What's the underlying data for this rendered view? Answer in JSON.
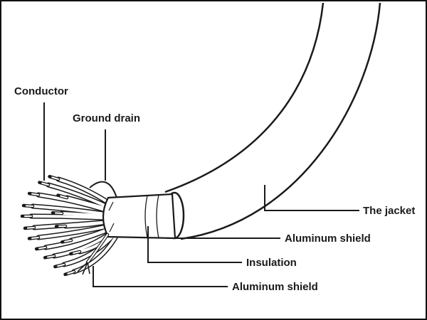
{
  "diagram": {
    "labels": {
      "conductor": "Conductor",
      "ground_drain": "Ground drain",
      "the_jacket": "The jacket",
      "aluminum_shield_top": "Aluminum shield",
      "insulation": "Insulation",
      "aluminum_shield_bottom": "Aluminum shield"
    },
    "colors": {
      "ink": "#1a1a1a",
      "background": "#ffffff"
    }
  }
}
